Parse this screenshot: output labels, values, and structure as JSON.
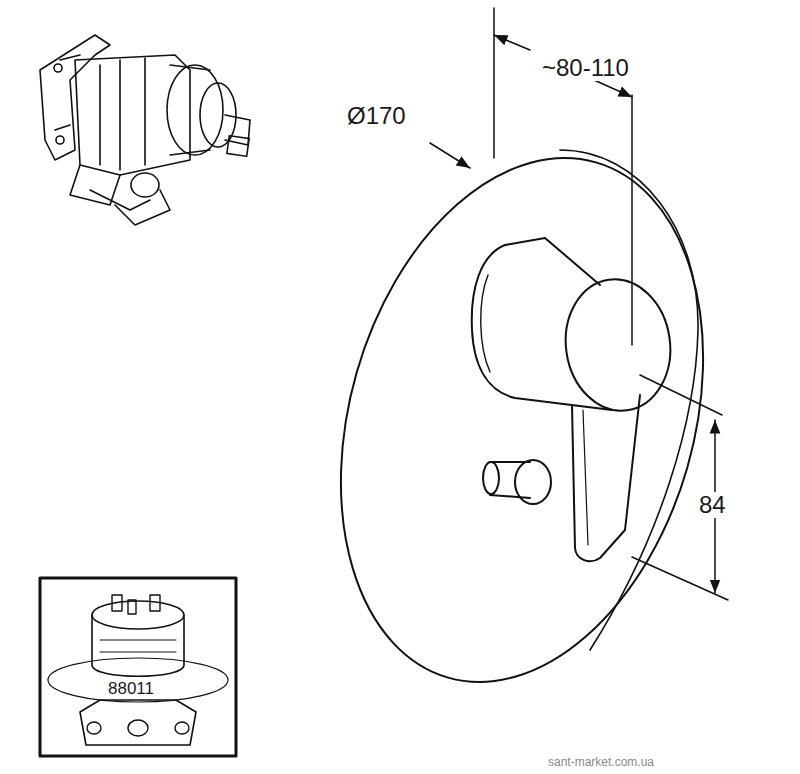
{
  "diagram": {
    "labels": [
      "Ø170",
      "~80-110",
      "84",
      "88011",
      "sant-market.com.ua"
    ]
  }
}
